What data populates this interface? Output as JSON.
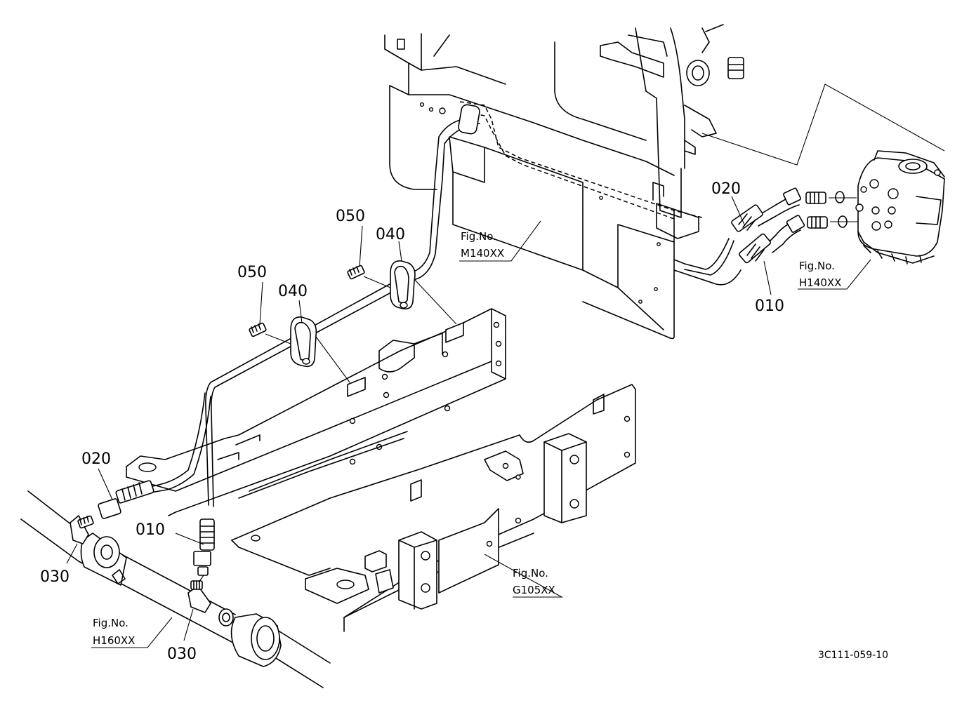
{
  "callouts": {
    "c010_right": "010",
    "c020_right": "020",
    "c040_upper": "040",
    "c050_upper": "050",
    "c040_lower": "040",
    "c050_lower": "050",
    "c020_left": "020",
    "c010_left": "010",
    "c030_left": "030",
    "c030_bottom": "030"
  },
  "figure_refs": {
    "m140": {
      "prefix": "Fig.No.",
      "code": "M140XX"
    },
    "h140": {
      "prefix": "Fig.No.",
      "code": "H140XX"
    },
    "g105": {
      "prefix": "Fig.No.",
      "code": "G105XX"
    },
    "h160": {
      "prefix": "Fig.No.",
      "code": "H160XX"
    }
  },
  "drawing_code": "3C111-059-10"
}
